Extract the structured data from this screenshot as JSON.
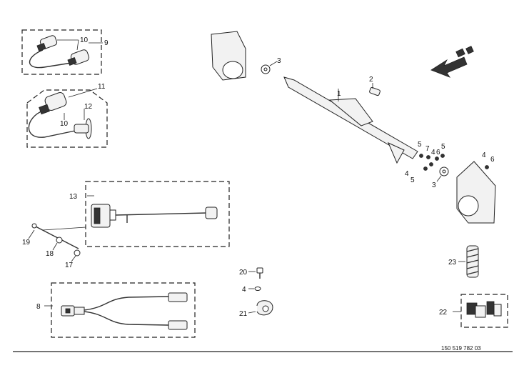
{
  "drawing_number": "150 519 782 03",
  "labels": {
    "p1": "1",
    "p2": "2",
    "p3a": "3",
    "p3b": "3",
    "p4a": "4",
    "p4b": "4",
    "p4c": "4",
    "p4d": "4",
    "p5a": "5",
    "p5b": "5",
    "p5c": "5",
    "p6a": "6",
    "p6b": "6",
    "p7": "7",
    "p8": "8",
    "p9": "9",
    "p10a": "10",
    "p10b": "10",
    "p11": "11",
    "p12": "12",
    "p13": "13",
    "p17": "17",
    "p18": "18",
    "p19": "19",
    "p20": "20",
    "p21": "21",
    "p22": "22",
    "p23": "23"
  },
  "icons": {
    "direction": "direction-arrow-icon"
  }
}
